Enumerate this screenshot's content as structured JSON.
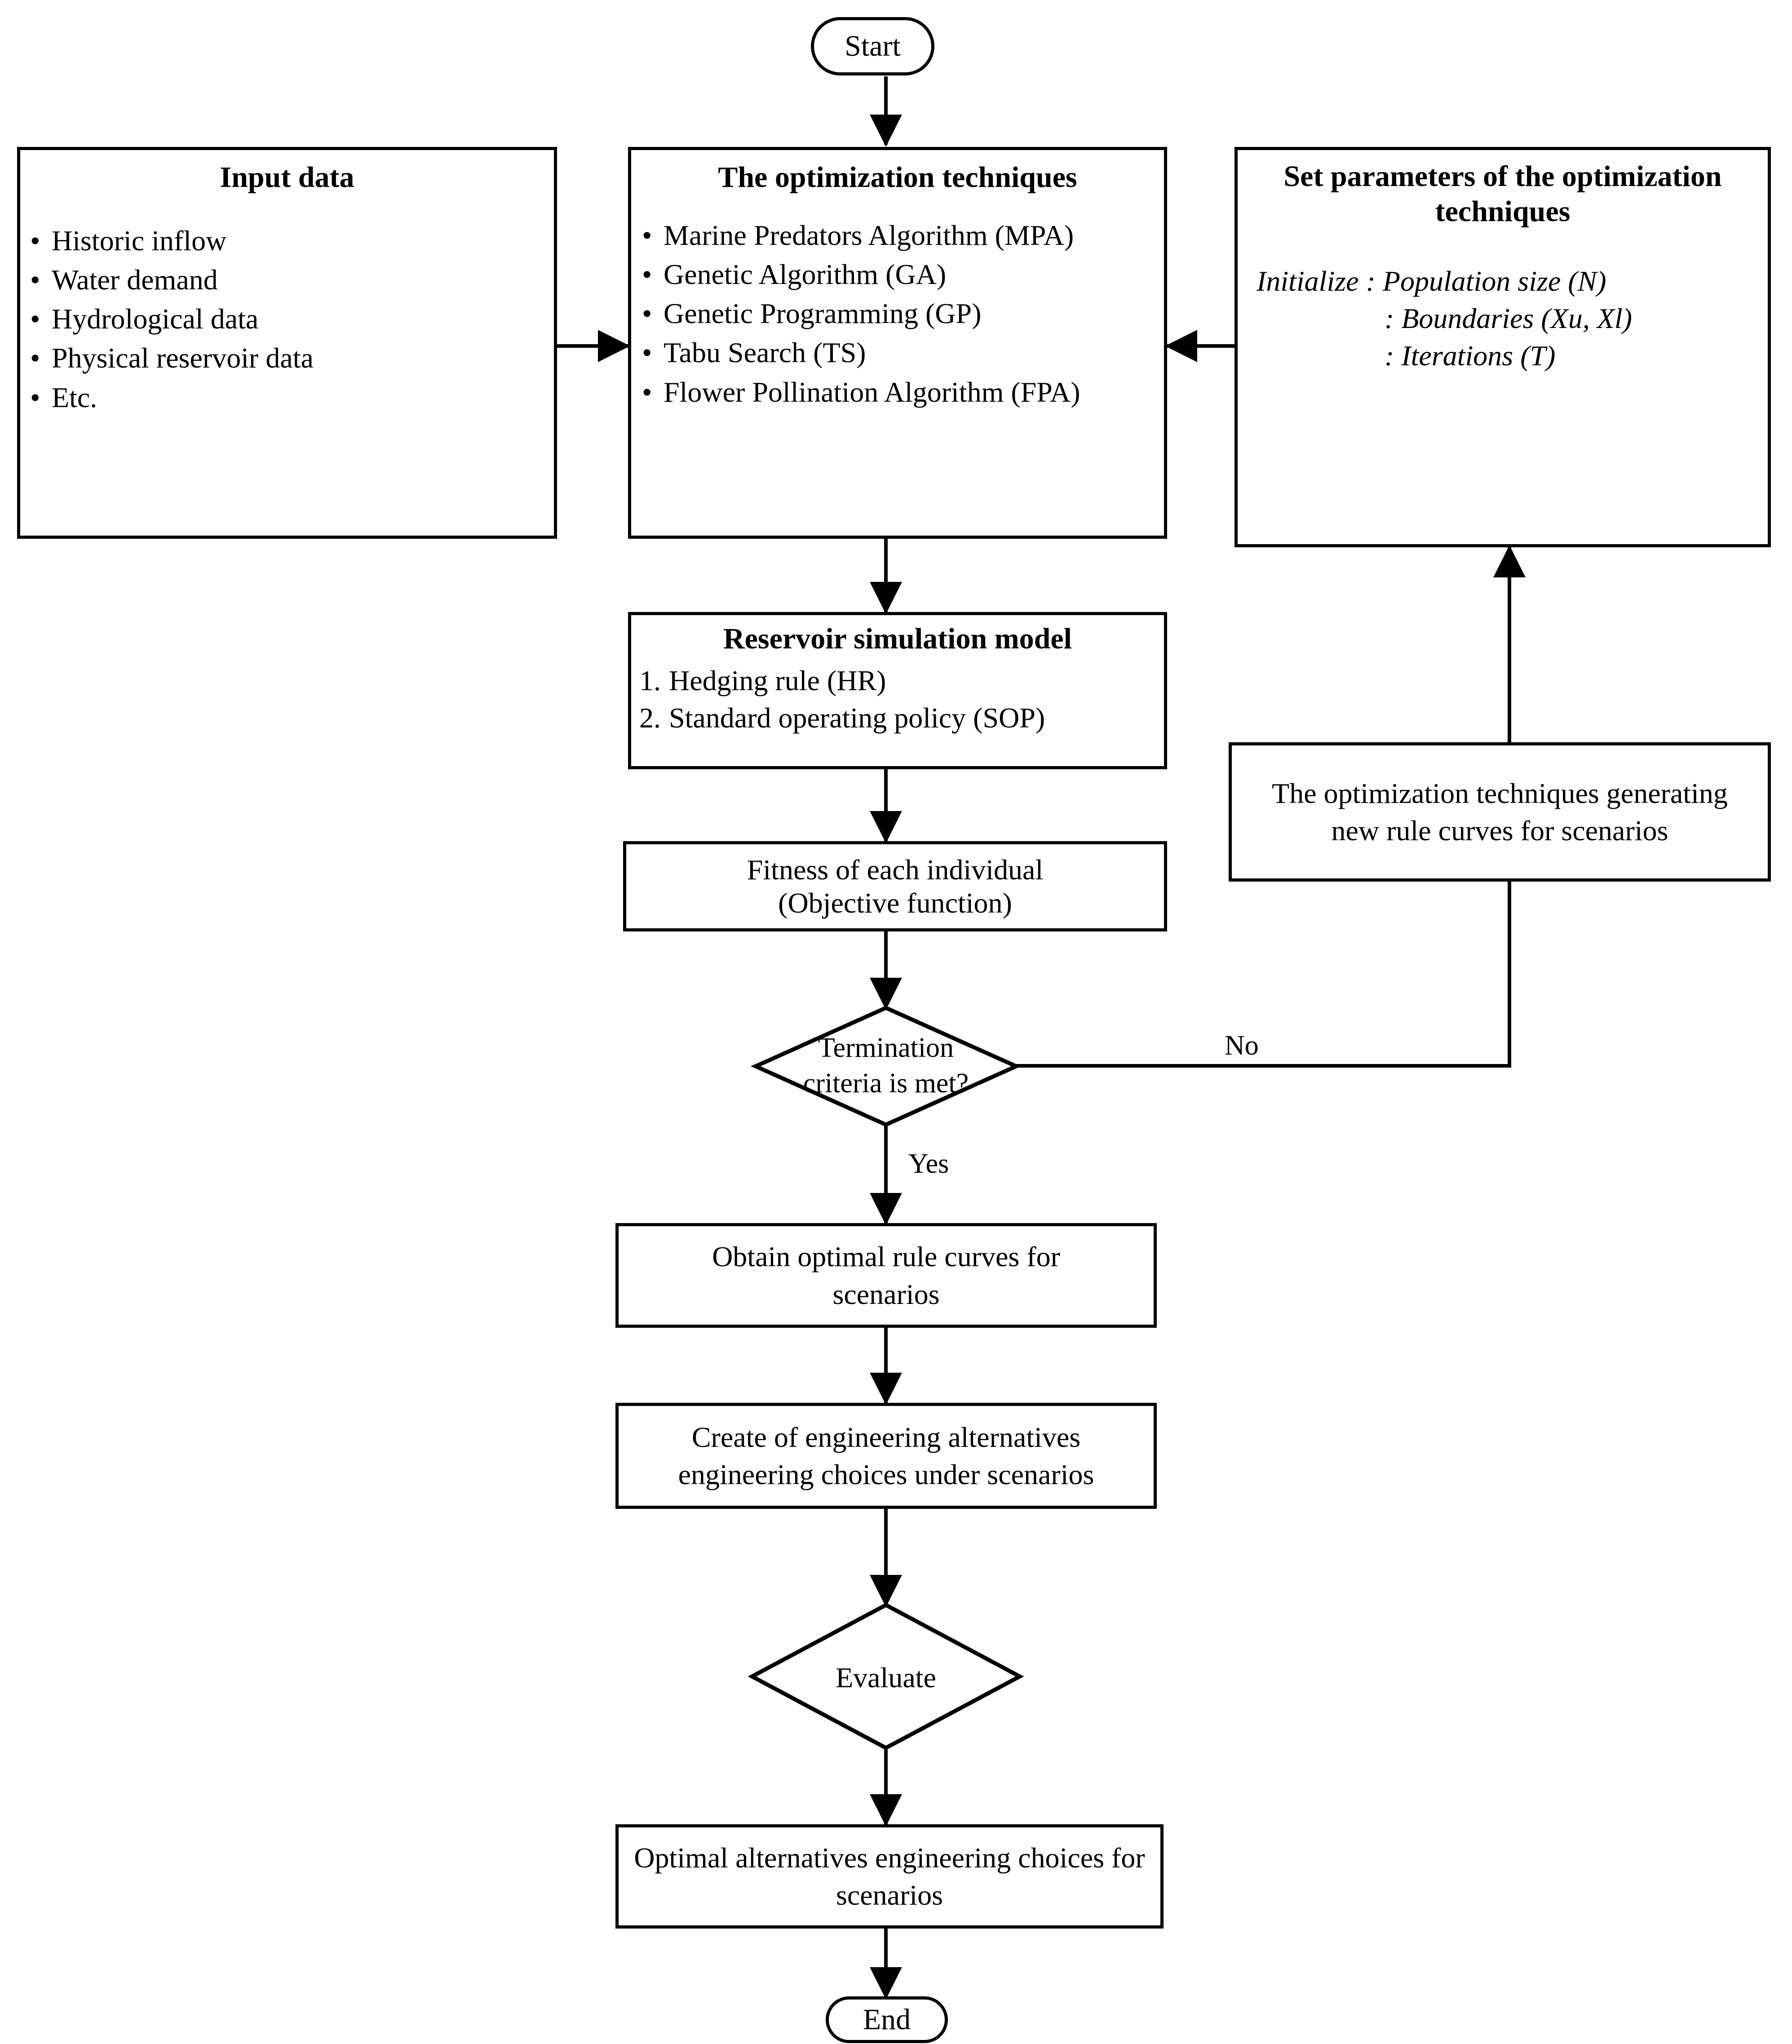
{
  "diagram": {
    "type": "flowchart",
    "title_text_present": false,
    "terminals": {
      "start": "Start",
      "end": "End"
    },
    "nodes": {
      "input_data": {
        "title": "Input data",
        "items": [
          "Historic inflow",
          "Water demand",
          "Hydrological data",
          "Physical reservoir data",
          "Etc."
        ]
      },
      "optimization_techniques": {
        "title": "The optimization techniques",
        "items": [
          "Marine Predators Algorithm (MPA)",
          "Genetic Algorithm (GA)",
          "Genetic Programming (GP)",
          "Tabu Search  (TS)",
          "Flower Pollination Algorithm (FPA)"
        ]
      },
      "set_parameters": {
        "title": "Set parameters of the optimization techniques",
        "init_label": "Initialize : Population size (N)",
        "init_line2": ": Boundaries (Xu, Xl)",
        "init_line3": ": Iterations (T)"
      },
      "reservoir_simulation": {
        "title": "Reservoir simulation model",
        "items": [
          "Hedging rule (HR)",
          "Standard operating policy (SOP)"
        ]
      },
      "fitness": {
        "line1": "Fitness of each individual",
        "line2": "(Objective function)"
      },
      "termination": {
        "text": "Termination\ncriteria is met?"
      },
      "regenerate": {
        "text": "The optimization techniques generating new rule curves for scenarios"
      },
      "obtain_rule_curves": {
        "text": "Obtain optimal rule curves for scenarios"
      },
      "create_alternatives": {
        "text": "Create of engineering alternatives engineering choices under scenarios"
      },
      "evaluate": {
        "text": "Evaluate"
      },
      "optimal_alternatives": {
        "text": "Optimal alternatives engineering choices for scenarios"
      }
    },
    "edge_labels": {
      "no": "No",
      "yes": "Yes"
    },
    "colors": {
      "stroke": "#000000",
      "fill": "#ffffff",
      "text": "#000000"
    }
  }
}
